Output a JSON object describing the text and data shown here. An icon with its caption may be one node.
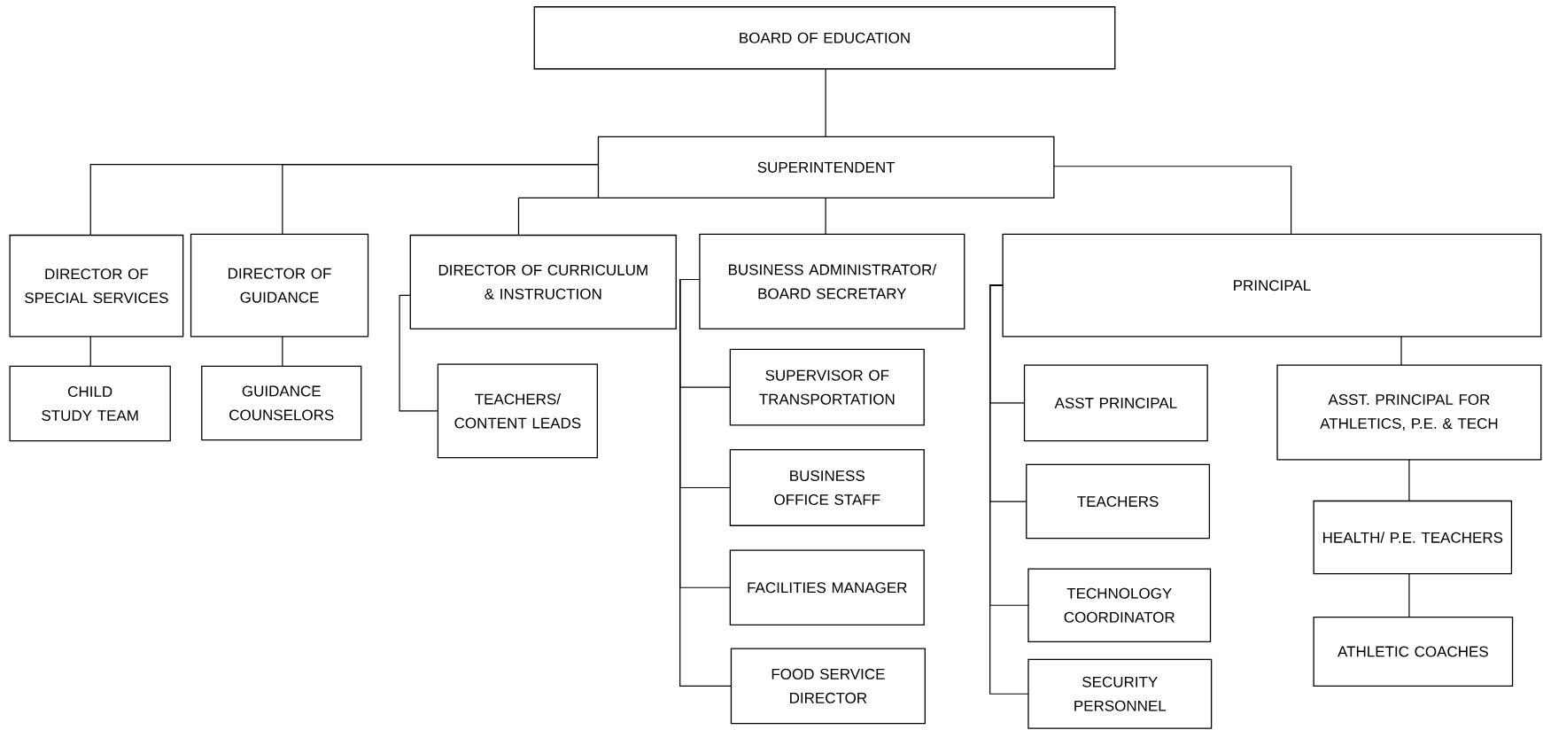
{
  "diagram": {
    "nodes": [
      {
        "text": [
          "BOARD OF EDUCATION"
        ]
      },
      {
        "text": [
          "SUPERINTENDENT"
        ]
      },
      {
        "text": [
          "DIRECTOR OF SPECIAL SERVICES"
        ]
      },
      {
        "text": [
          "DIRECTOR OF GUIDANCE"
        ]
      },
      {
        "text": [
          "DIRECTOR OF CURRICULUM & INSTRUCTION"
        ]
      },
      {
        "text": [
          "BUSINESS ADMINISTRATOR/ BOARD SECRETARY"
        ]
      },
      {
        "text": [
          "PRINCIPAL"
        ]
      },
      {
        "text": [
          "CHILD STUDY TEAM"
        ]
      },
      {
        "text": [
          "GUIDANCE COUNSELORS"
        ]
      },
      {
        "text": [
          "TEACHERS/ CONTENT LEADS"
        ]
      },
      {
        "text": [
          "SUPERVISOR OF TRANSPORTATION"
        ]
      },
      {
        "text": [
          "BUSINESS OFFICE STAFF"
        ]
      },
      {
        "text": [
          "FACILITIES MANAGER"
        ]
      },
      {
        "text": [
          "FOOD SERVICE DIRECTOR"
        ]
      },
      {
        "text": [
          "ASST PRINCIPAL"
        ]
      },
      {
        "text": [
          "TEACHERS"
        ]
      },
      {
        "text": [
          "TECHNOLOGY COORDINATOR"
        ]
      },
      {
        "text": [
          "SECURITY PERSONNEL"
        ]
      },
      {
        "text": [
          "ASST. PRINCIPAL FOR ATHLETICS, P.E. & TECH"
        ]
      },
      {
        "text": [
          "HEALTH/ P.E. TEACHERS"
        ]
      },
      {
        "text": [
          "ATHLETIC COACHES"
        ]
      }
    ],
    "edges": [
      {
        "from": 0,
        "to": 1,
        "arrow": "none"
      },
      {
        "from": 1,
        "to": 2,
        "arrow": "none"
      },
      {
        "from": 1,
        "to": 3,
        "arrow": "none"
      },
      {
        "from": 1,
        "to": 4,
        "arrow": "none"
      },
      {
        "from": 1,
        "to": 5,
        "arrow": "none"
      },
      {
        "from": 1,
        "to": 6,
        "arrow": "none"
      },
      {
        "from": 2,
        "to": 7,
        "arrow": "none"
      },
      {
        "from": 3,
        "to": 8,
        "arrow": "none"
      },
      {
        "from": 4,
        "to": 9,
        "arrow": "none"
      },
      {
        "from": 5,
        "to": 10,
        "arrow": "none"
      },
      {
        "from": 5,
        "to": 11,
        "arrow": "none"
      },
      {
        "from": 5,
        "to": 12,
        "arrow": "none"
      },
      {
        "from": 5,
        "to": 13,
        "arrow": "none"
      },
      {
        "from": 6,
        "to": 14,
        "arrow": "none"
      },
      {
        "from": 6,
        "to": 15,
        "arrow": "none"
      },
      {
        "from": 6,
        "to": 16,
        "arrow": "none"
      },
      {
        "from": 6,
        "to": 17,
        "arrow": "none"
      },
      {
        "from": 6,
        "to": 18,
        "arrow": "none"
      },
      {
        "from": 18,
        "to": 19,
        "arrow": "none"
      },
      {
        "from": 19,
        "to": 20,
        "arrow": "none"
      }
    ]
  }
}
